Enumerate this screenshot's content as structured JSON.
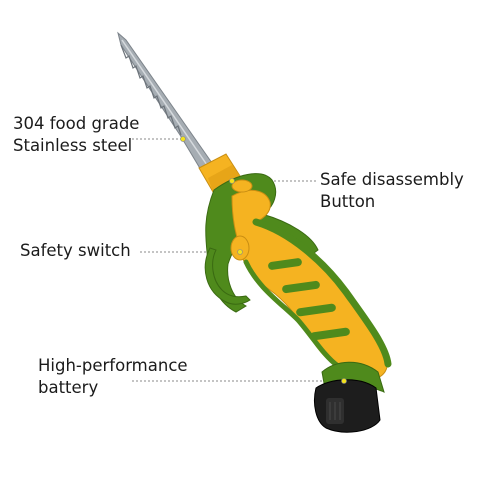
{
  "callouts": {
    "steel": {
      "line1": "304 food grade",
      "line2": "Stainless steel"
    },
    "disassembly": {
      "line1": "Safe disassembly",
      "line2": "Button"
    },
    "safety": {
      "line1": "Safety switch"
    },
    "battery": {
      "line1": "High-performance",
      "line2": "battery"
    }
  },
  "colors": {
    "body": "#f5b321",
    "accent": "#4f8a1c",
    "battery": "#1d1d1d",
    "blade": "#a6adb3",
    "leader": "#8a8a8a",
    "marker": "#f3e21c"
  }
}
